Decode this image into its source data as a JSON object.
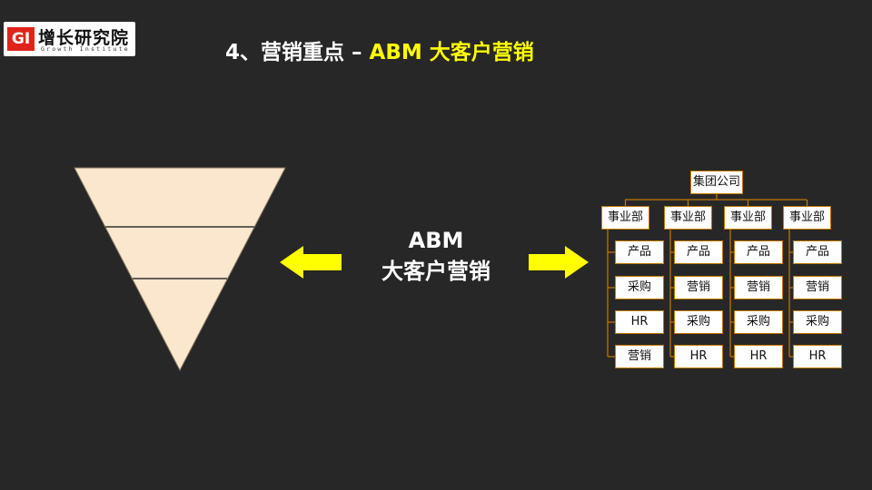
{
  "logo": {
    "mark": "GI",
    "name_cn": "增长研究院",
    "name_en": "Growth Institute"
  },
  "title": {
    "prefix": "4、营销重点 – ",
    "highlight": "ABM 大客户营销"
  },
  "center": {
    "line1": "ABM",
    "line2": "大客户营销"
  },
  "colors": {
    "background": "#272727",
    "funnel": "#fae7cd",
    "arrow": "#ffff00",
    "org_line": "#c47a00",
    "title_accent": "#ffff00"
  },
  "org_chart": {
    "root": "集团公司",
    "divisions": [
      {
        "label": "事业部",
        "departments": [
          "产品",
          "采购",
          "HR",
          "营销"
        ]
      },
      {
        "label": "事业部",
        "departments": [
          "产品",
          "营销",
          "采购",
          "HR"
        ]
      },
      {
        "label": "事业部",
        "departments": [
          "产品",
          "营销",
          "采购",
          "HR"
        ]
      },
      {
        "label": "事业部",
        "departments": [
          "产品",
          "营销",
          "采购",
          "HR"
        ]
      }
    ]
  }
}
